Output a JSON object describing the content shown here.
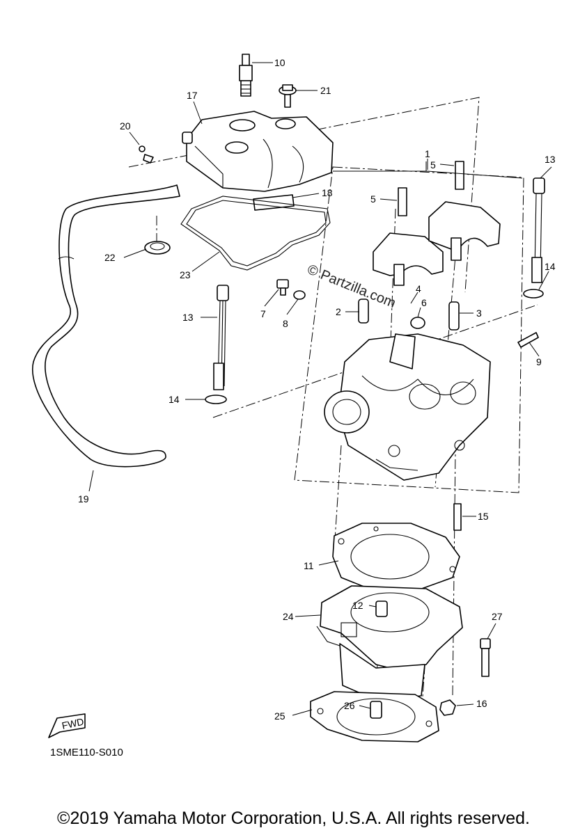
{
  "callouts": {
    "c1": "1",
    "c2": "2",
    "c3": "3",
    "c4": "4",
    "c5a": "5",
    "c5b": "5",
    "c6": "6",
    "c7": "7",
    "c8": "8",
    "c9": "9",
    "c10": "10",
    "c11": "11",
    "c12": "12",
    "c13a": "13",
    "c13b": "13",
    "c14a": "14",
    "c14b": "14",
    "c15": "15",
    "c16": "16",
    "c17": "17",
    "c18": "18",
    "c19": "19",
    "c20": "20",
    "c21": "21",
    "c22": "22",
    "c23": "23",
    "c24": "24",
    "c25": "25",
    "c26": "26",
    "c27": "27"
  },
  "fwd_label": "FWD",
  "diagram_code": "1SME110-S010",
  "watermark": "© Partzilla.com",
  "copyright": "©2019 Yamaha Motor Corporation, U.S.A. All rights reserved."
}
